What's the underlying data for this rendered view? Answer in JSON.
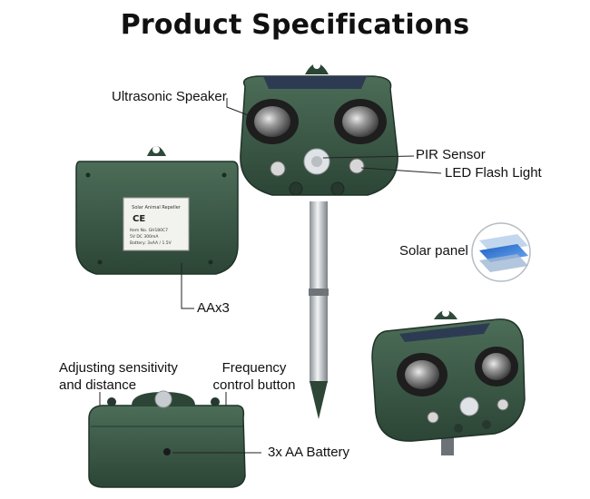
{
  "title": "Product Specifications",
  "labels": {
    "ultrasonic_speaker": "Ultrasonic Speaker",
    "pir_sensor": "PIR Sensor",
    "led_flash_light": "LED Flash Light",
    "solar_panel": "Solar panel",
    "battery_count": "AAx3",
    "adjusting_sensitivity": "Adjusting sensitivity and distance",
    "frequency_control": "Frequency control button",
    "battery": "3x AA  Battery"
  },
  "back_label": {
    "line1": "Solar Animal Repeller",
    "mark": "CE",
    "line2": "Item No. GH180C7",
    "line3": "5V DC 300mA",
    "line4": "Battery: 3xAA / 1.5V"
  },
  "colors": {
    "body_green": "#3f5e4a",
    "body_dark": "#2a4133",
    "label_bg": "#f2f2ee"
  }
}
